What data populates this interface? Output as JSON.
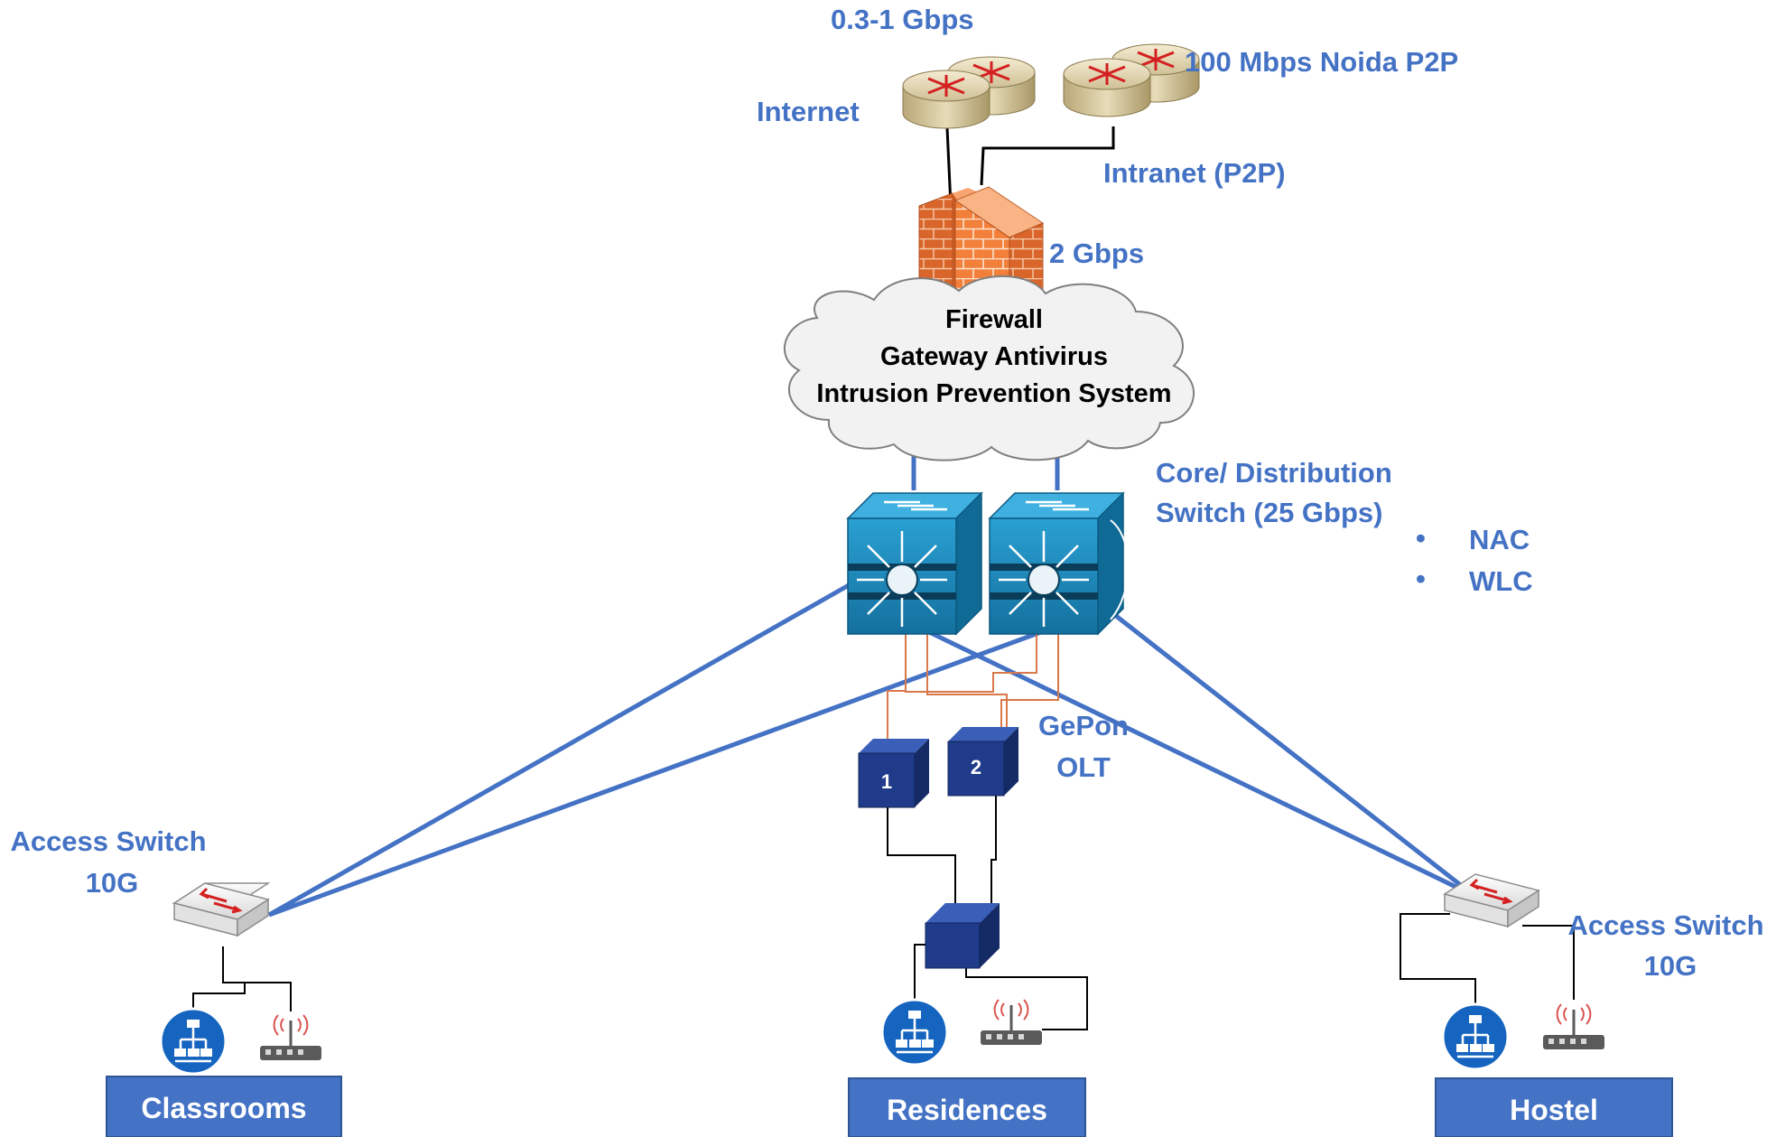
{
  "colors": {
    "accent_blue": "#4472C4",
    "line_blue": "#4472C4",
    "orange_link": "#D9784A",
    "firewall_orange": "#F2803A",
    "switch_teal": "#1E8FC4",
    "olt_navy": "#1F3B8A",
    "site_box_blue": "#4472C4"
  },
  "wan": {
    "internet_speed": "0.3-1 Gbps",
    "internet_label": "Internet",
    "p2p_speed": "100 Mbps Noida P2P",
    "intranet_label": "Intranet (P2P)",
    "firewall_speed": "2 Gbps"
  },
  "security_cloud": {
    "line1": "Firewall",
    "line2": "Gateway Antivirus",
    "line3": "Intrusion Prevention System"
  },
  "core": {
    "label_line1": "Core/ Distribution",
    "label_line2": "Switch (25 Gbps)",
    "features": [
      "NAC",
      "WLC"
    ]
  },
  "olt": {
    "label_line1": "GePon",
    "label_line2": "OLT",
    "unit1": "1",
    "unit2": "2"
  },
  "access_left": {
    "line1": "Access Switch",
    "line2": "10G"
  },
  "access_right": {
    "line1": "Access Switch",
    "line2": "10G"
  },
  "sites": {
    "classrooms": "Classrooms",
    "residences": "Residences",
    "hostel": "Hostel"
  },
  "icons": {
    "router": "router-icon",
    "firewall": "firewall-icon",
    "cloud": "cloud-icon",
    "core_switch": "layer3-switch-icon",
    "olt": "olt-icon",
    "onu": "onu-icon",
    "access_switch": "access-switch-icon",
    "lan": "lan-network-icon",
    "wifi_ap": "wifi-access-point-icon"
  }
}
